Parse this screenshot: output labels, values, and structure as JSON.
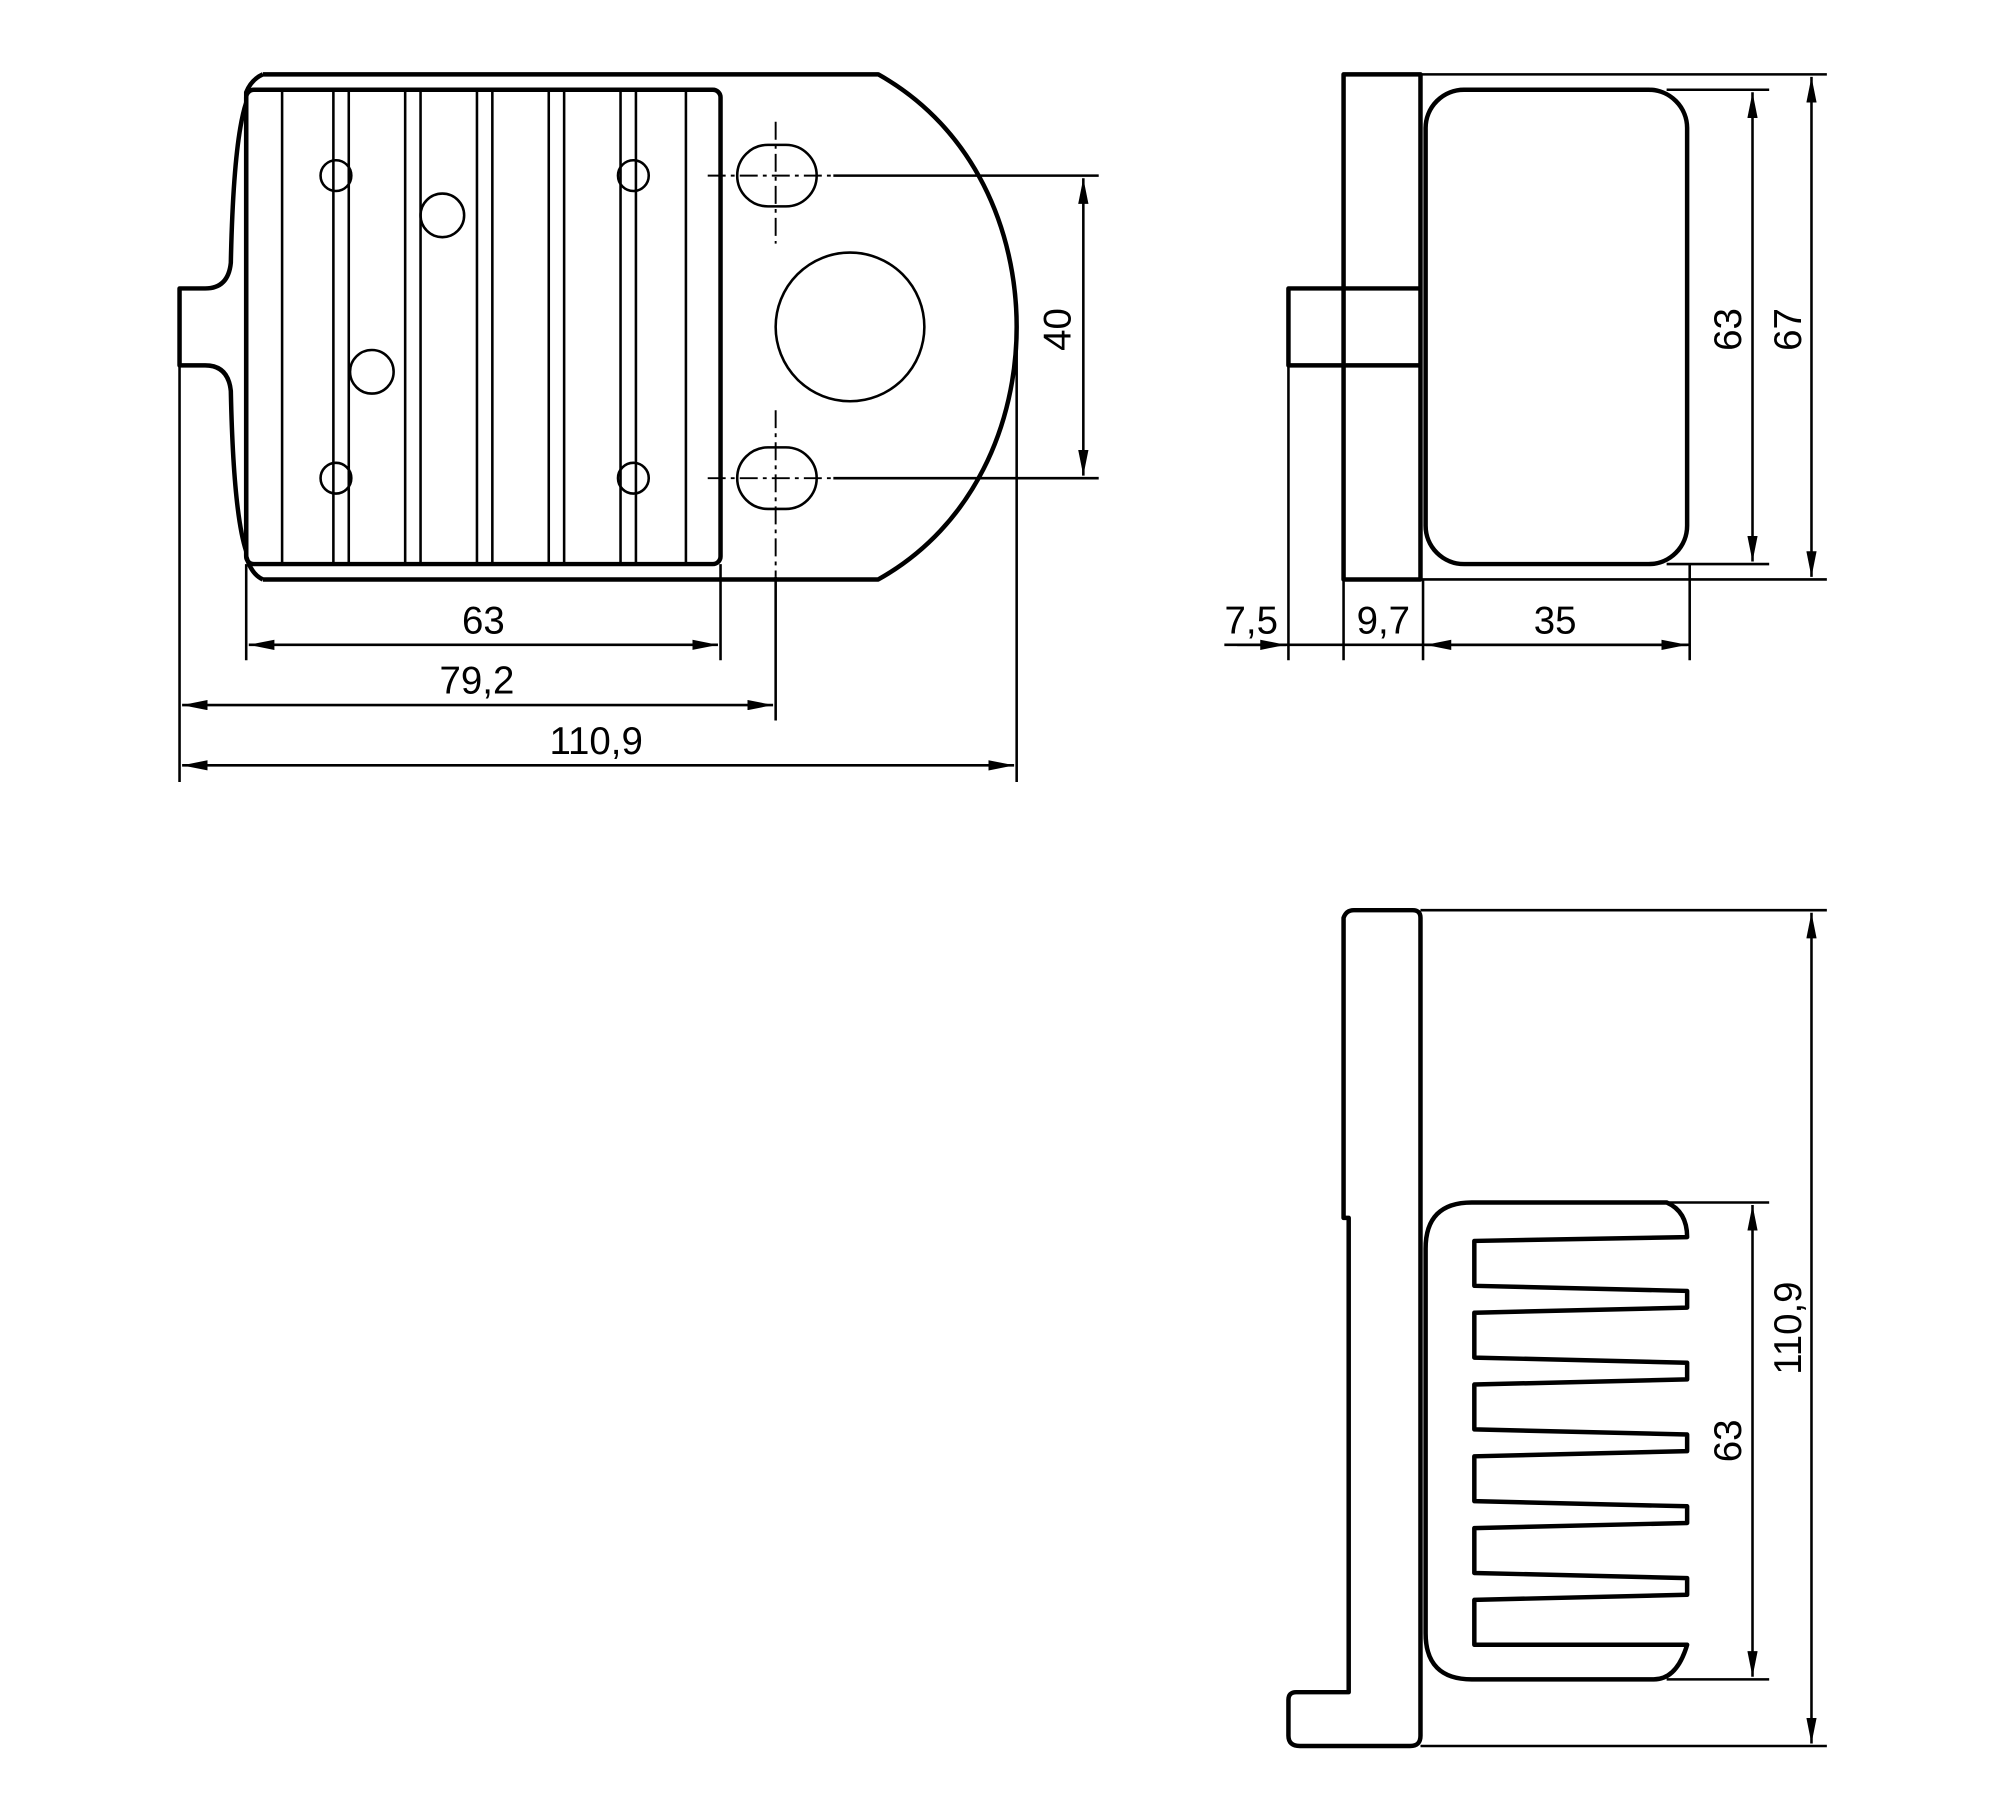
{
  "front_view": {
    "dims": {
      "width_63": "63",
      "width_79": "79,2",
      "width_110": "110,9",
      "height_40": "40"
    }
  },
  "side_view": {
    "dims": {
      "d_7_5": "7,5",
      "d_9_7": "9,7",
      "d_35": "35",
      "h_63": "63",
      "h_67": "67"
    }
  },
  "bottom_view": {
    "dims": {
      "h_63": "63",
      "h_110": "110,9"
    }
  },
  "colors": {
    "line": "#000000",
    "background": "#ffffff"
  }
}
